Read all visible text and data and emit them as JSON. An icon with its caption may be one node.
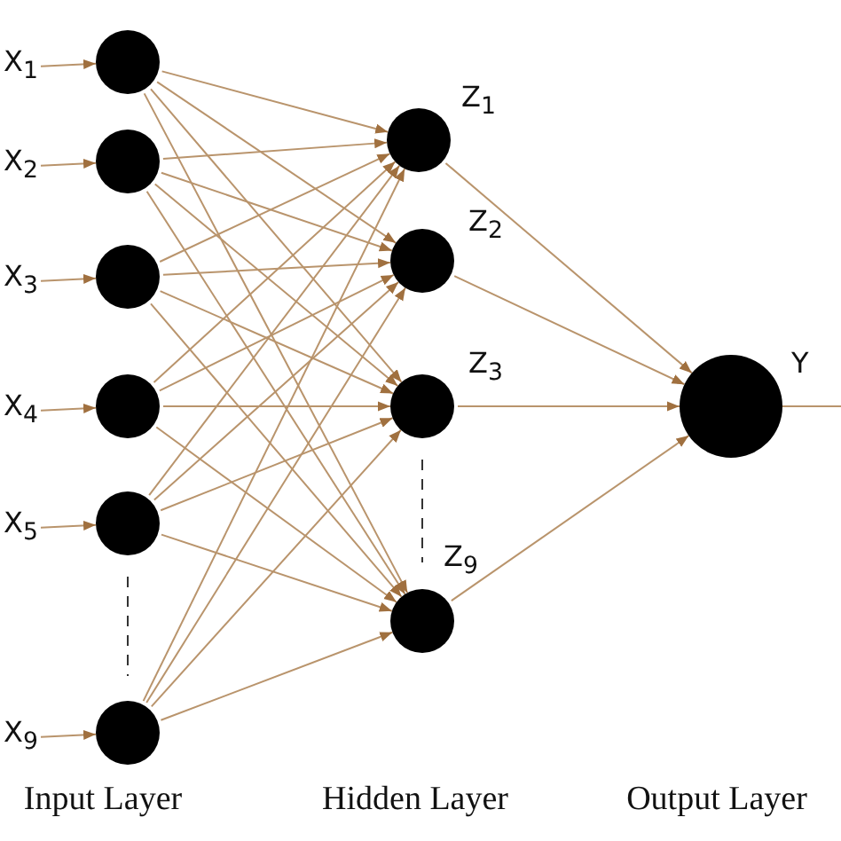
{
  "diagram": {
    "nodes": [
      {
        "text": [
          "X$_{1}$"
        ]
      },
      {
        "text": [
          "X$_{2}$"
        ]
      },
      {
        "text": [
          "X$_{3}$"
        ]
      },
      {
        "text": [
          "X$_{4}$"
        ]
      },
      {
        "text": [
          "X$_{5}$"
        ]
      },
      {
        "text": [
          "X$_{9}$"
        ]
      },
      {
        "text": [],
        "shape": "circle"
      },
      {
        "text": [],
        "shape": "circle"
      },
      {
        "text": [],
        "shape": "circle"
      },
      {
        "text": [],
        "shape": "circle"
      },
      {
        "text": [],
        "shape": "circle"
      },
      {
        "text": [],
        "shape": "circle"
      },
      {
        "text": [],
        "shape": "circle",
        "beside": [
          "Z$_{1}$"
        ]
      },
      {
        "text": [],
        "shape": "circle",
        "beside": [
          "Z$_{2}$"
        ]
      },
      {
        "text": [],
        "shape": "circle",
        "beside": [
          "Z$_{3}$"
        ]
      },
      {
        "text": [],
        "shape": "circle",
        "beside": [
          "Z$_{9}$"
        ]
      },
      {
        "text": [],
        "shape": "circle",
        "beside": [
          "Y"
        ]
      }
    ],
    "edges": [
      {
        "from": 0,
        "to": 6,
        "arrow": "to"
      },
      {
        "from": 1,
        "to": 7,
        "arrow": "to"
      },
      {
        "from": 2,
        "to": 8,
        "arrow": "to"
      },
      {
        "from": 3,
        "to": 9,
        "arrow": "to"
      },
      {
        "from": 4,
        "to": 10,
        "arrow": "to"
      },
      {
        "from": 5,
        "to": 11,
        "arrow": "to"
      },
      {
        "from": 6,
        "to": 12,
        "arrow": "to"
      },
      {
        "from": 6,
        "to": 13,
        "arrow": "to"
      },
      {
        "from": 6,
        "to": 14,
        "arrow": "to"
      },
      {
        "from": 6,
        "to": 15,
        "arrow": "to"
      },
      {
        "from": 7,
        "to": 12,
        "arrow": "to"
      },
      {
        "from": 7,
        "to": 13,
        "arrow": "to"
      },
      {
        "from": 7,
        "to": 14,
        "arrow": "to"
      },
      {
        "from": 7,
        "to": 15,
        "arrow": "to"
      },
      {
        "from": 8,
        "to": 12,
        "arrow": "to"
      },
      {
        "from": 8,
        "to": 13,
        "arrow": "to"
      },
      {
        "from": 8,
        "to": 14,
        "arrow": "to"
      },
      {
        "from": 8,
        "to": 15,
        "arrow": "to"
      },
      {
        "from": 9,
        "to": 12,
        "arrow": "to"
      },
      {
        "from": 9,
        "to": 13,
        "arrow": "to"
      },
      {
        "from": 9,
        "to": 14,
        "arrow": "to"
      },
      {
        "from": 9,
        "to": 15,
        "arrow": "to"
      },
      {
        "from": 10,
        "to": 12,
        "arrow": "to"
      },
      {
        "from": 10,
        "to": 13,
        "arrow": "to"
      },
      {
        "from": 10,
        "to": 14,
        "arrow": "to"
      },
      {
        "from": 10,
        "to": 15,
        "arrow": "to"
      },
      {
        "from": 11,
        "to": 12,
        "arrow": "to"
      },
      {
        "from": 11,
        "to": 13,
        "arrow": "to"
      },
      {
        "from": 11,
        "to": 14,
        "arrow": "to"
      },
      {
        "from": 11,
        "to": 15,
        "arrow": "to"
      },
      {
        "from": 12,
        "to": 16,
        "arrow": "to"
      },
      {
        "from": 13,
        "to": 16,
        "arrow": "to"
      },
      {
        "from": 14,
        "to": 16,
        "arrow": "to"
      },
      {
        "from": 15,
        "to": 16,
        "arrow": "to"
      },
      {
        "from": 16,
        "to": null,
        "arrow": "none"
      }
    ],
    "labels": [
      "Input Layer",
      "Hidden Layer",
      "Output Layer"
    ]
  }
}
